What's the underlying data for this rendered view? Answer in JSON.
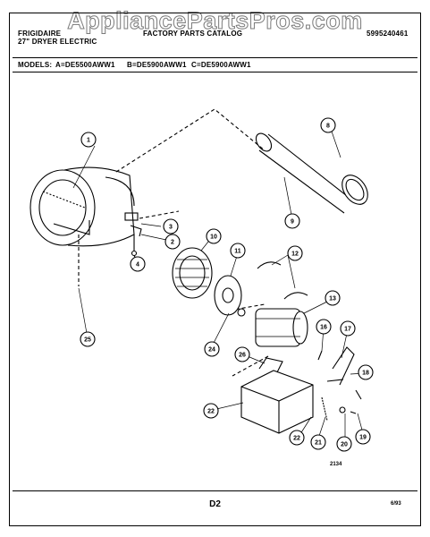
{
  "watermark": "AppliancePartsPros.com",
  "header": {
    "brand": "FRIGIDAIRE",
    "product": "27\" DRYER ELECTRIC",
    "catalog": "FACTORY PARTS CATALOG",
    "catalog_number": "5995240461",
    "models_label": "MODELS:",
    "model_a": "A=DE5500AWW1",
    "model_b": "B=DE5900AWW1",
    "model_c": "C=DE5900AWW1"
  },
  "diagram": {
    "callouts": [
      "1",
      "2",
      "3",
      "4",
      "8",
      "9",
      "10",
      "11",
      "12",
      "13",
      "16",
      "17",
      "18",
      "19",
      "20",
      "21",
      "22",
      "22",
      "24",
      "25",
      "26"
    ],
    "figure_number": "2134"
  },
  "footer": {
    "page": "D2",
    "date": "6/93"
  }
}
